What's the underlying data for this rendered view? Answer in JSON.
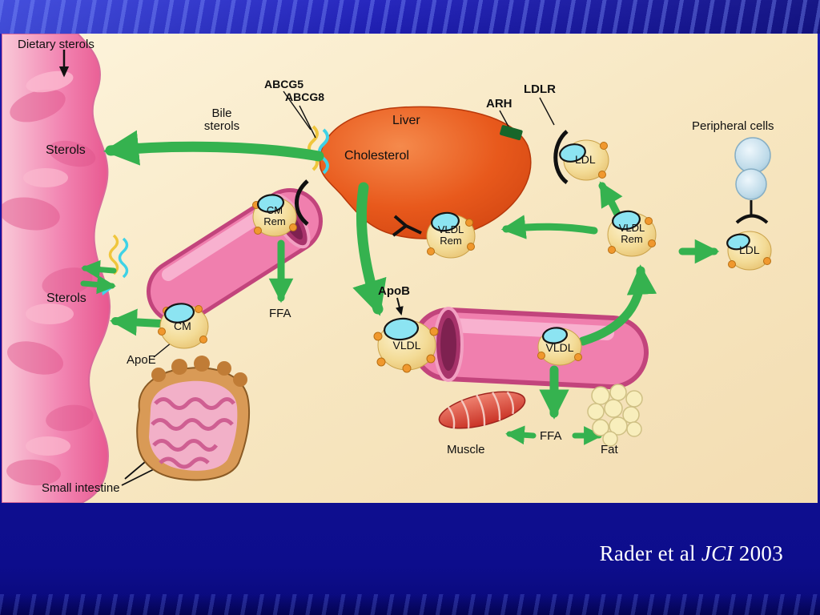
{
  "slide": {
    "citation": {
      "pre": "Rader et al ",
      "journal": "JCI",
      "year": " 2003"
    }
  },
  "diagram": {
    "labels": {
      "dietary_sterols": "Dietary sterols",
      "sterols_top": "Sterols",
      "bile_line1": "Bile",
      "bile_line2": "sterols",
      "abcg5": "ABCG5",
      "abcg8": "ABCG8",
      "liver": "Liver",
      "cholesterol": "Cholesterol",
      "arh": "ARH",
      "ldlr": "LDLR",
      "ldl_top": "LDL",
      "peripheral_cells": "Peripheral cells",
      "ldl_right": "LDL",
      "cm_rem_line1": "CM",
      "cm_rem_line2": "Rem",
      "vldl_rem_mid_line1": "VLDL",
      "vldl_rem_mid_line2": "Rem",
      "vldl_rem_right_line1": "VLDL",
      "vldl_rem_right_line2": "Rem",
      "ffa_top": "FFA",
      "sterols_left": "Sterols",
      "cm": "CM",
      "apoe": "ApoE",
      "apob": "ApoB",
      "vldl_left": "VLDL",
      "vldl_right": "VLDL",
      "ffa_bottom": "FFA",
      "muscle": "Muscle",
      "fat": "Fat",
      "small_intestine": "Small intestine"
    },
    "colors": {
      "slide_background": "#1414a0",
      "panel_background": "#f8ecca",
      "arrow_green": "#35b24f",
      "liver_orange": "#e8591c",
      "vessel_pink": "#f07fae",
      "particle_yellow": "#f3db96",
      "disc_cyan": "#8ce4f2",
      "citation_white": "#ffffff"
    }
  }
}
